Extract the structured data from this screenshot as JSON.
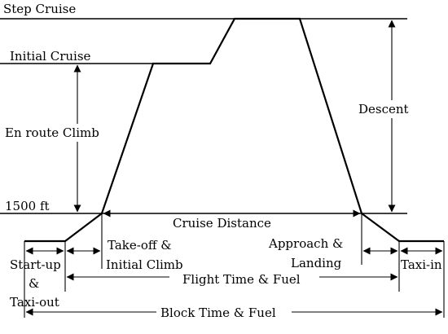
{
  "levels": {
    "step_cruise": "Step Cruise",
    "initial_cruise": "Initial Cruise",
    "threshold": "1500 ft"
  },
  "phases": {
    "en_route_climb": "En route Climb",
    "descent": "Descent",
    "cruise_distance": "Cruise Distance",
    "takeoff_line1": "Take-off &",
    "takeoff_line2": "Initial Climb",
    "approach_line1": "Approach &",
    "approach_line2": "Landing",
    "startup_line1": "Start-up",
    "startup_line2": "&",
    "startup_line3": "Taxi-out",
    "taxi_in": "Taxi-in",
    "flight_time": "Flight Time & Fuel",
    "block_time": "Block Time & Fuel"
  }
}
